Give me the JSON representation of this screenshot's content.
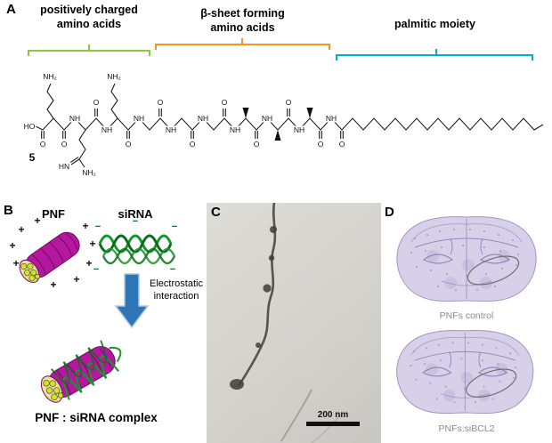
{
  "panelA": {
    "label": "A",
    "groups": [
      {
        "label": "positively charged\namino acids",
        "color": "#8dc63f"
      },
      {
        "label": "β-sheet forming\namino acids",
        "color": "#f7941d"
      },
      {
        "label": "palmitic moiety",
        "color": "#00b0ca"
      }
    ],
    "structure": {
      "compound_number": "5",
      "ho_label": "HO",
      "o_label": "O",
      "nh_label": "NH",
      "nh2_label": "NH₂",
      "hn_label": "HN"
    }
  },
  "panelB": {
    "label": "B",
    "pnf_label": "PNF",
    "sirna_label": "siRNA",
    "arrow_caption": "Electrostatic\ninteraction",
    "complex_label": "PNF : siRNA complex",
    "plus_sign": "+",
    "minus_sign": "−",
    "colors": {
      "fiber": "#b5179e",
      "fiber_dark": "#6d0d60",
      "core": "#d9e021",
      "rna_green": "#18962b",
      "rna_green_dark": "#0c6e1d",
      "arrow_blue": "#2e75b6"
    }
  },
  "panelC": {
    "label": "C",
    "scale_bar_label": "200 nm"
  },
  "panelD": {
    "label": "D",
    "captions": [
      "PNFs control",
      "PNFs:siBCL2"
    ]
  }
}
